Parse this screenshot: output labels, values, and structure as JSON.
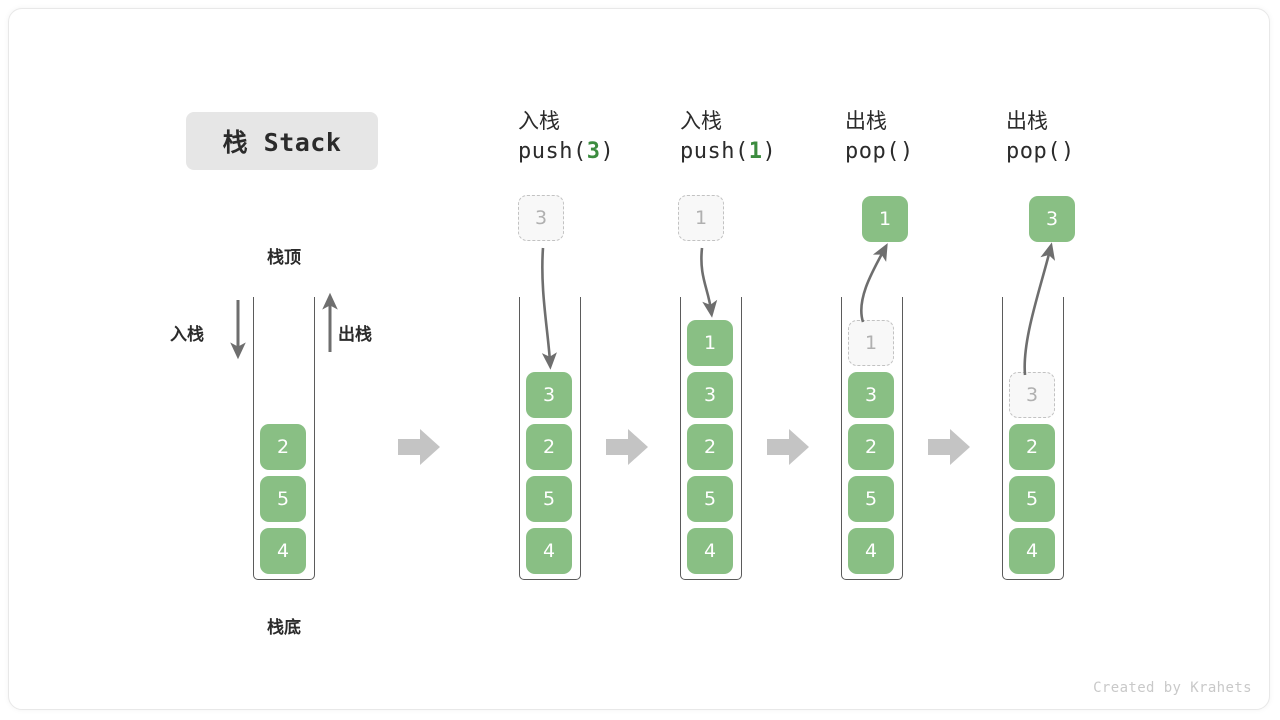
{
  "title_badge": {
    "text": "栈 Stack"
  },
  "credit": {
    "text": "Created by Krahets"
  },
  "colors": {
    "element_fill": "#89bf84",
    "element_text": "#ffffff",
    "ghost_fill": "#f8f8f8",
    "ghost_border": "#c2c2c2",
    "ghost_text": "#b0b0b0",
    "accent_green": "#3c8c3f",
    "arrow_gray": "#6e6e6e",
    "block_arrow_gray": "#c4c4c4",
    "container_border": "#5b5b5b",
    "badge_bg": "#e6e6e6"
  },
  "legend": {
    "top_label": "栈顶",
    "bottom_label": "栈底",
    "push_side_label": "入栈",
    "pop_side_label": "出栈"
  },
  "columns": [
    {
      "id": "initial",
      "header_cn": "",
      "header_code_prefix": "",
      "header_code_num": "",
      "header_code_suffix": "",
      "elements": [
        "2",
        "5",
        "4"
      ],
      "ghost": null,
      "popped": null
    },
    {
      "id": "push-3",
      "header_cn": "入栈",
      "header_code_prefix": "push(",
      "header_code_num": "3",
      "header_code_suffix": ")",
      "elements": [
        "3",
        "2",
        "5",
        "4"
      ],
      "ghost": {
        "value": "3",
        "position": "above"
      },
      "popped": null
    },
    {
      "id": "push-1",
      "header_cn": "入栈",
      "header_code_prefix": "push(",
      "header_code_num": "1",
      "header_code_suffix": ")",
      "elements": [
        "1",
        "3",
        "2",
        "5",
        "4"
      ],
      "ghost": {
        "value": "1",
        "position": "above"
      },
      "popped": null
    },
    {
      "id": "pop-1",
      "header_cn": "出栈",
      "header_code_prefix": "pop(",
      "header_code_num": "",
      "header_code_suffix": ")",
      "elements": [
        "3",
        "2",
        "5",
        "4"
      ],
      "ghost": {
        "value": "1",
        "position": "inside-top"
      },
      "popped": {
        "value": "1"
      }
    },
    {
      "id": "pop-3",
      "header_cn": "出栈",
      "header_code_prefix": "pop(",
      "header_code_num": "",
      "header_code_suffix": ")",
      "elements": [
        "2",
        "5",
        "4"
      ],
      "ghost": {
        "value": "3",
        "position": "inside-top"
      },
      "popped": {
        "value": "3"
      }
    }
  ]
}
